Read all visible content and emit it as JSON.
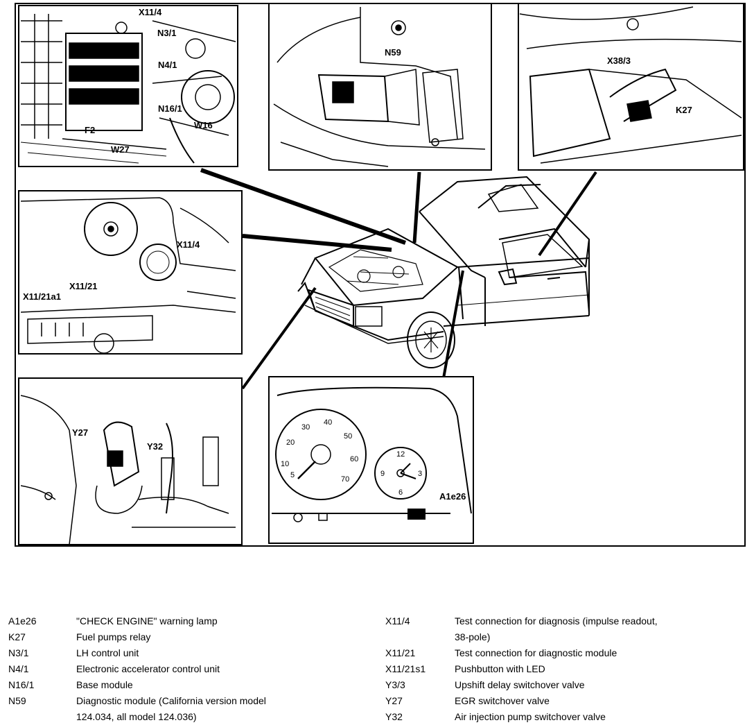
{
  "callouts": {
    "top_left": [
      "X11/4",
      "N3/1",
      "N4/1",
      "N16/1",
      "F2",
      "W27",
      "W16"
    ],
    "top_middle": [
      "N59"
    ],
    "top_right": [
      "X38/3",
      "K27"
    ],
    "middle_left": [
      "X11/4",
      "X11/21",
      "X11/21a1"
    ],
    "bottom_left": [
      "Y27",
      "Y32"
    ],
    "bottom_middle": [
      "A1e26"
    ]
  },
  "dial_labels": {
    "speedometer": [
      "5",
      "10",
      "20",
      "30",
      "40",
      "50",
      "60",
      "70"
    ],
    "clock": [
      "12",
      "3",
      "6",
      "9"
    ]
  },
  "legend_left": [
    {
      "code": "A1e26",
      "desc": "\"CHECK ENGINE\" warning lamp"
    },
    {
      "code": "K27",
      "desc": "Fuel pumps relay"
    },
    {
      "code": "N3/1",
      "desc": "LH control unit"
    },
    {
      "code": "N4/1",
      "desc": "Electronic accelerator control unit"
    },
    {
      "code": "N16/1",
      "desc": "Base module"
    },
    {
      "code": "N59",
      "desc": "Diagnostic module (California version model"
    },
    {
      "code": "",
      "desc": "124.034, all model 124.036)"
    }
  ],
  "legend_right": [
    {
      "code": "X11/4",
      "desc": "Test connection for diagnosis (impulse readout,"
    },
    {
      "code": "",
      "desc": "38-pole)"
    },
    {
      "code": "X11/21",
      "desc": "Test connection for diagnostic module"
    },
    {
      "code": "X11/21s1",
      "desc": "Pushbutton with LED"
    },
    {
      "code": "Y3/3",
      "desc": "Upshift delay switchover valve"
    },
    {
      "code": "Y27",
      "desc": "EGR switchover valve"
    },
    {
      "code": "Y32",
      "desc": "Air injection pump switchover valve"
    }
  ]
}
